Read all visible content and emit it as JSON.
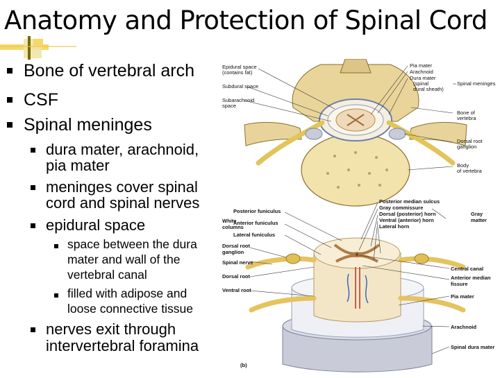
{
  "slide": {
    "title": "Anatomy and Protection of Spinal Cord"
  },
  "bullets": {
    "level1": [
      "Bone of vertebral arch",
      "CSF",
      "Spinal meninges"
    ],
    "meninges_sub": [
      [
        "dura mater, arachnoid,",
        "pia mater"
      ],
      [
        "meninges cover spinal",
        "cord and spinal nerves"
      ],
      [
        "epidural space"
      ]
    ],
    "epidural_sub": [
      [
        "space between the dura",
        "mater and wall of the",
        "vertebral canal"
      ],
      [
        "filled with adipose and",
        "loose connective tissue"
      ]
    ],
    "last": [
      "nerves exit through",
      "intervertebral foramina"
    ]
  },
  "figure": {
    "top_labels_left": [
      "Epidural space",
      "(contains fat)",
      "Subdural space",
      "Subarachnoid",
      "space"
    ],
    "top_labels_right": [
      "Pia mater",
      "Arachnoid",
      "Dura mater",
      "(spinal",
      "dural sheath)",
      "Spinal meninges",
      "Bone of",
      "vertebra",
      "Dorsal root",
      "ganglion",
      "Body",
      "of vertebra"
    ],
    "bottom_labels_left": [
      "White",
      "columns",
      "Posterior funiculus",
      "Anterior funiculus",
      "Lateral funiculus",
      "Dorsal root",
      "ganglion",
      "Spinal nerve",
      "Dorsal root",
      "Ventral root"
    ],
    "bottom_labels_right": [
      "Posterior median sulcus",
      "Gray commissure",
      "Dorsal (posterior) horn",
      "Ventral (anterior) horn",
      "Lateral horn",
      "Gray",
      "matter",
      "Central canal",
      "Anterior median",
      "fissure",
      "Pia mater",
      "Arachnoid",
      "Spinal dura mater"
    ],
    "panel_tag": "(b)"
  }
}
